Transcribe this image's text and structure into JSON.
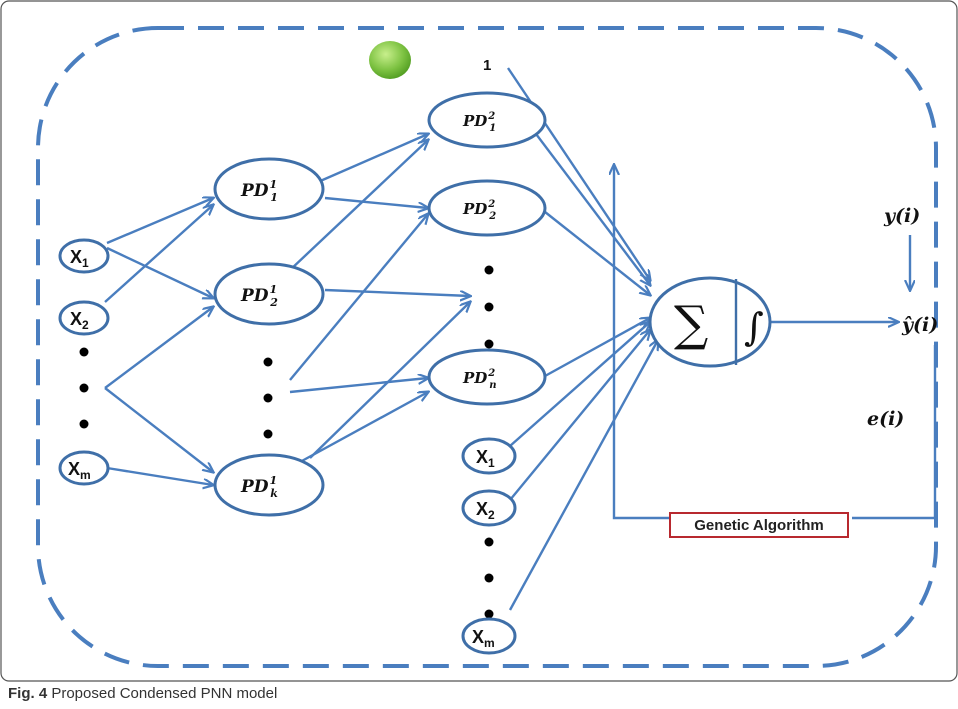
{
  "caption": {
    "label": "Fig. 4",
    "text": "Proposed Condensed PNN model"
  },
  "bias_label": "1",
  "inputs_left": [
    {
      "base": "X",
      "sub": "1"
    },
    {
      "base": "X",
      "sub": "2"
    },
    {
      "base": "X",
      "sub": "m"
    }
  ],
  "inputs_right": [
    {
      "base": "X",
      "sub": "1"
    },
    {
      "base": "X",
      "sub": "2"
    },
    {
      "base": "X",
      "sub": "m"
    }
  ],
  "layer1": [
    {
      "base": "PD",
      "sub": "1",
      "sup": "1"
    },
    {
      "base": "PD",
      "sub": "2",
      "sup": "1"
    },
    {
      "base": "PD",
      "sub": "k",
      "sup": "1"
    }
  ],
  "layer2": [
    {
      "base": "PD",
      "sub": "1",
      "sup": "2"
    },
    {
      "base": "PD",
      "sub": "2",
      "sup": "2"
    },
    {
      "base": "PD",
      "sub": "n",
      "sup": "2"
    }
  ],
  "sum_node": {
    "sum_symbol": "∑",
    "integral_symbol": "∫"
  },
  "outputs": {
    "target": "y(i)",
    "estimate": "ŷ(i)",
    "error": "e(i)"
  },
  "genetic_algorithm": "Genetic Algorithm",
  "colors": {
    "line": "#4a7ebf",
    "dash": "#4a7ebf",
    "ga_border": "#b8292f",
    "node_border": "#3f6fa8",
    "green": "#7dc242"
  }
}
